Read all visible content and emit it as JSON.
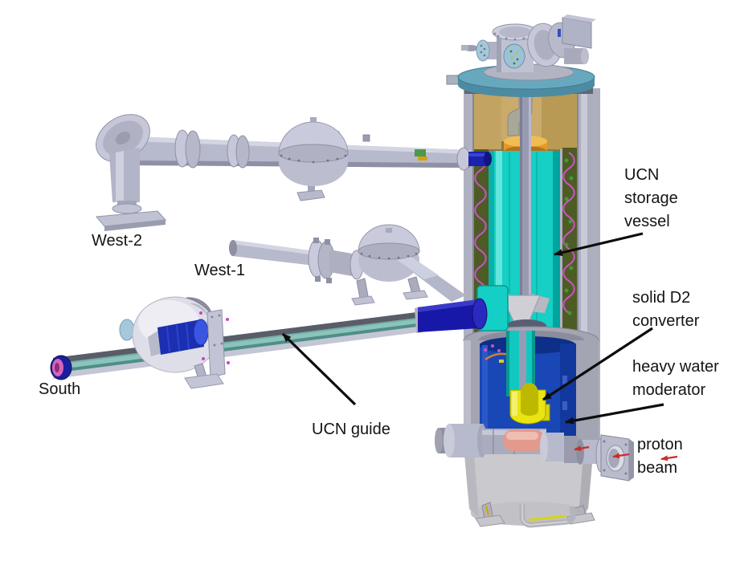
{
  "diagram": {
    "type": "cad-cutaway-illustration",
    "subject": "Ultracold neutron (UCN) source cutaway with beamlines",
    "labels": {
      "west2": "West-2",
      "west1": "West-1",
      "south": "South",
      "ucn_guide": "UCN guide",
      "ucn_storage_vessel": "UCN\nstorage\nvessel",
      "solid_d2_converter": "solid D2\nconverter",
      "heavy_water_moderator": "heavy water\nmoderator",
      "proton_beam": "proton\nbeam"
    },
    "colors": {
      "storage_vessel_cyan": "#16cfc5",
      "moderator_blue": "#1947b5",
      "d2_converter_yellow": "#e9e412",
      "guide_teal": "#72b0a9",
      "structure_metal": "#b7b9cc",
      "lid_teal": "#68a8be",
      "upper_shield_tan": "#c3a361",
      "heater_coil_magenta": "#cf4fc9",
      "proton_beam_arrow_red": "#cc2b2b",
      "annotation_black": "#0d0d0d",
      "background": "#ffffff"
    }
  }
}
